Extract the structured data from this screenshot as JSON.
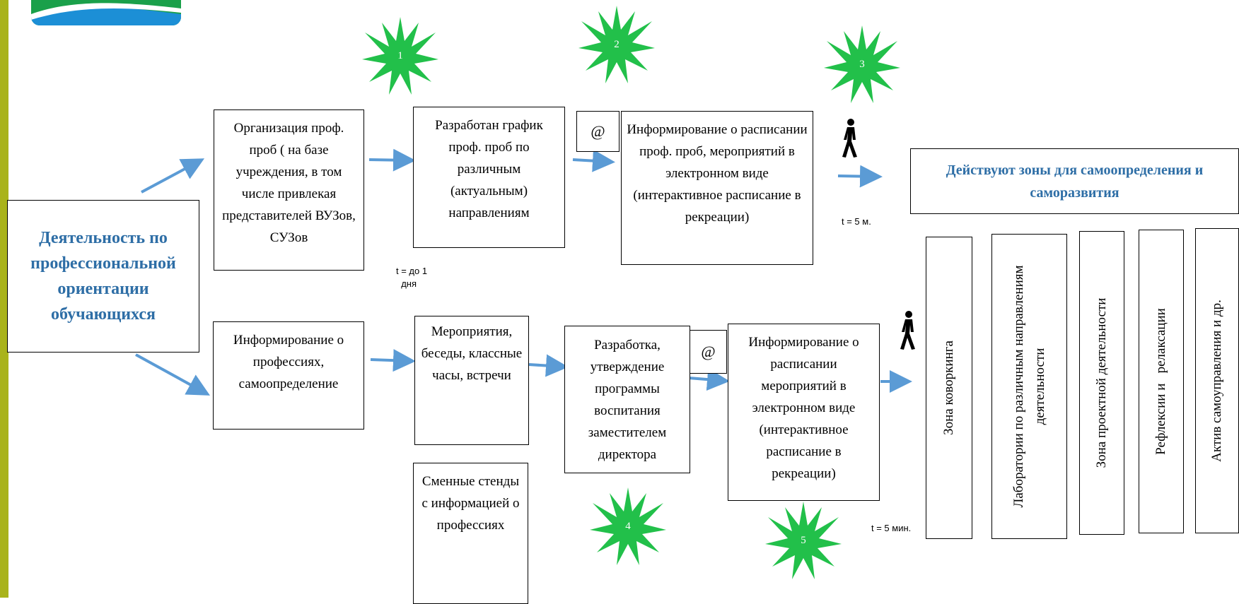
{
  "colors": {
    "accent_blue": "#2e6ea6",
    "arrow": "#5b9bd5",
    "star_green": "#22c04a",
    "left_bar": "#a9b31b"
  },
  "main": {
    "text": "Деятельность по профессиональной ориентации обучающихся"
  },
  "top_row": {
    "box1": "Организация проф. проб ( на базе учреждения, в том числе привлекая представителей ВУЗов, СУЗов",
    "box2": "Разработан график проф. проб по различным (актуальным) направлениям",
    "at": "@",
    "box3": "Информирование о расписании проф. проб, мероприятий в электронном виде (интерактивное расписание в рекреации)",
    "time1": "t = до 1\n  дня",
    "time2": "t = 5 м."
  },
  "bottom_row": {
    "box1": "Информирование о профессиях, самоопределение",
    "box2": "Мероприятия, беседы, классные часы, встречи",
    "box2b": "Сменные стенды с информацией о профессиях",
    "box3": "Разработка, утверждение программы воспитания заместителем директора",
    "at": "@",
    "box4": "Информирование о расписании мероприятий в электронном виде (интерактивное расписание в рекреации)",
    "time": "t = 5 мин."
  },
  "stars": [
    "1",
    "2",
    "3",
    "4",
    "5"
  ],
  "zones": {
    "title": "Действуют зоны для самоопределения и саморазвития",
    "items": [
      "Зона коворкинга",
      "Лаборатории по различным направлениям деятельности",
      "Зона проектной деятельности",
      "Рефлексии и   релаксации",
      "Актив самоуправления и др."
    ]
  },
  "icons": {
    "person": "walking-person-icon",
    "logo": "logo-icon"
  }
}
